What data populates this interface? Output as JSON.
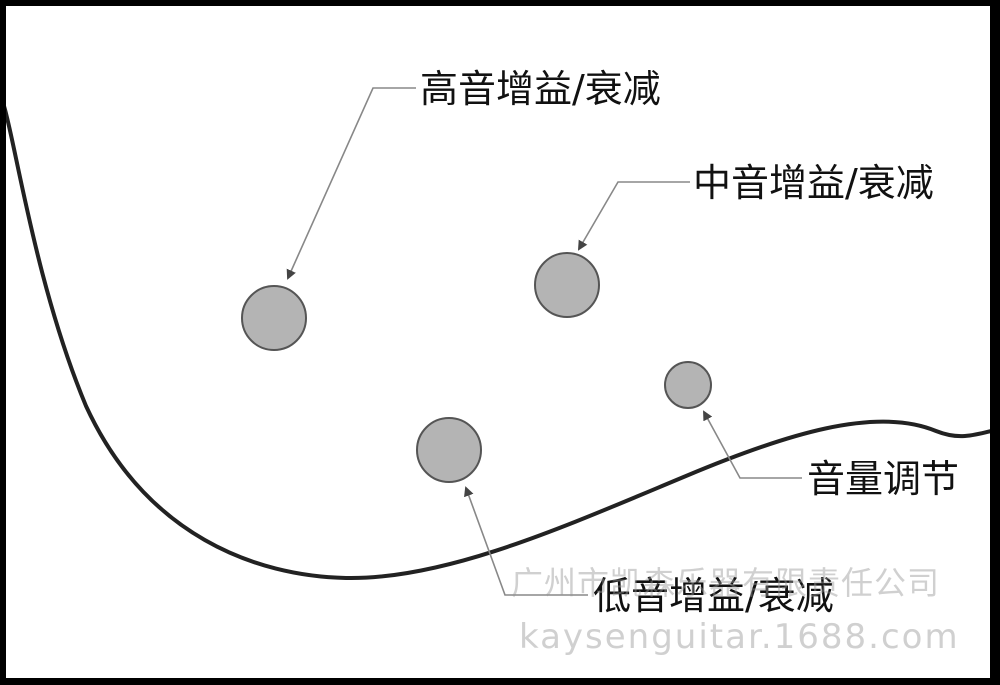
{
  "labels": {
    "treble": "高音增益/衰减",
    "mid": "中音增益/衰减",
    "volume": "音量调节",
    "bass": "低音增益/衰减"
  },
  "watermark": {
    "company": "广州市凯森乐器有限责任公司",
    "url": "kaysenguitar.1688.com"
  },
  "colors": {
    "knob_fill": "#b4b4b4",
    "knob_stroke": "#555555",
    "line": "#222222",
    "frame": "#000000"
  }
}
